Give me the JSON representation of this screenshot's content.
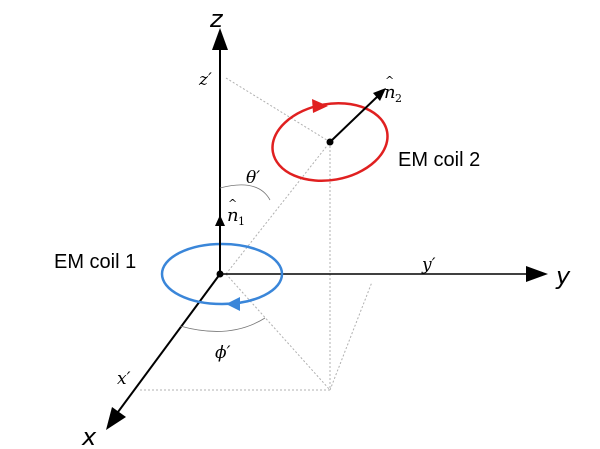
{
  "axes": {
    "x_label": "x",
    "y_label": "y",
    "z_label": "z",
    "x_prime": "x′",
    "y_prime": "y′",
    "z_prime": "z′"
  },
  "angles": {
    "theta": "θ′",
    "phi": "ϕ′"
  },
  "coils": [
    {
      "label": "EM coil 1",
      "normal_symbol": "n",
      "normal_subscript": "1",
      "color": "#3a86d9"
    },
    {
      "label": "EM coil 2",
      "normal_symbol": "n",
      "normal_subscript": "2",
      "color": "#e02020"
    }
  ],
  "colors": {
    "axis": "#000000",
    "projection": "#b0b0b0"
  }
}
